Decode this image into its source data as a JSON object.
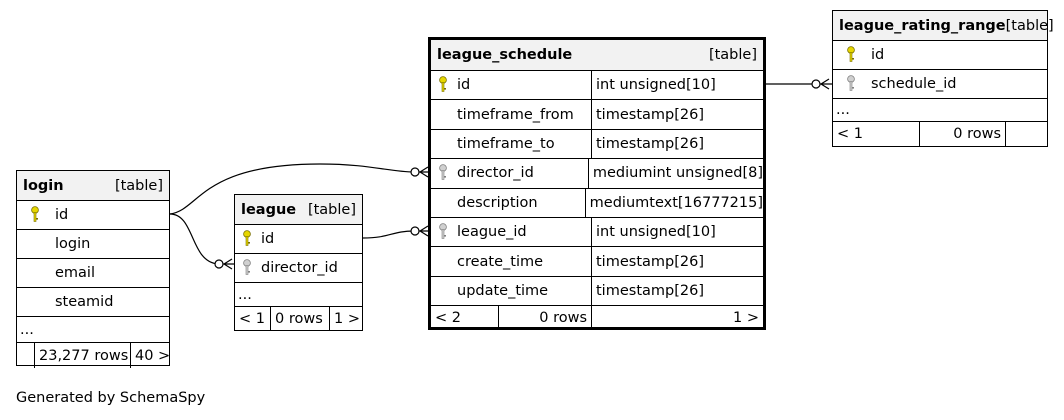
{
  "credit": "Generated by SchemaSpy",
  "colors": {
    "pk_key": "#e6d600",
    "fk_key": "#b3b3b3",
    "header_bg": "#f2f2f2"
  },
  "tables": {
    "login": {
      "name": "login",
      "kind": "[table]",
      "columns": [
        "id",
        "login",
        "email",
        "steamid"
      ],
      "more": "...",
      "footer": [
        "",
        "23,277 rows",
        "40 >"
      ]
    },
    "league": {
      "name": "league",
      "kind": "[table]",
      "columns": [
        "id",
        "director_id"
      ],
      "more": "...",
      "footer": [
        "< 1",
        "0 rows",
        "1 >"
      ]
    },
    "league_schedule": {
      "name": "league_schedule",
      "kind": "[table]",
      "columns": [
        {
          "name": "id",
          "type": "int unsigned[10]"
        },
        {
          "name": "timeframe_from",
          "type": "timestamp[26]"
        },
        {
          "name": "timeframe_to",
          "type": "timestamp[26]"
        },
        {
          "name": "director_id",
          "type": "mediumint unsigned[8]"
        },
        {
          "name": "description",
          "type": "mediumtext[16777215]"
        },
        {
          "name": "league_id",
          "type": "int unsigned[10]"
        },
        {
          "name": "create_time",
          "type": "timestamp[26]"
        },
        {
          "name": "update_time",
          "type": "timestamp[26]"
        }
      ],
      "footer": [
        "< 2",
        "0 rows",
        "1 >"
      ]
    },
    "league_rating_range": {
      "name": "league_rating_range",
      "kind": "[table]",
      "columns": [
        "id",
        "schedule_id"
      ],
      "more": "...",
      "footer": [
        "< 1",
        "0 rows",
        ""
      ]
    }
  }
}
